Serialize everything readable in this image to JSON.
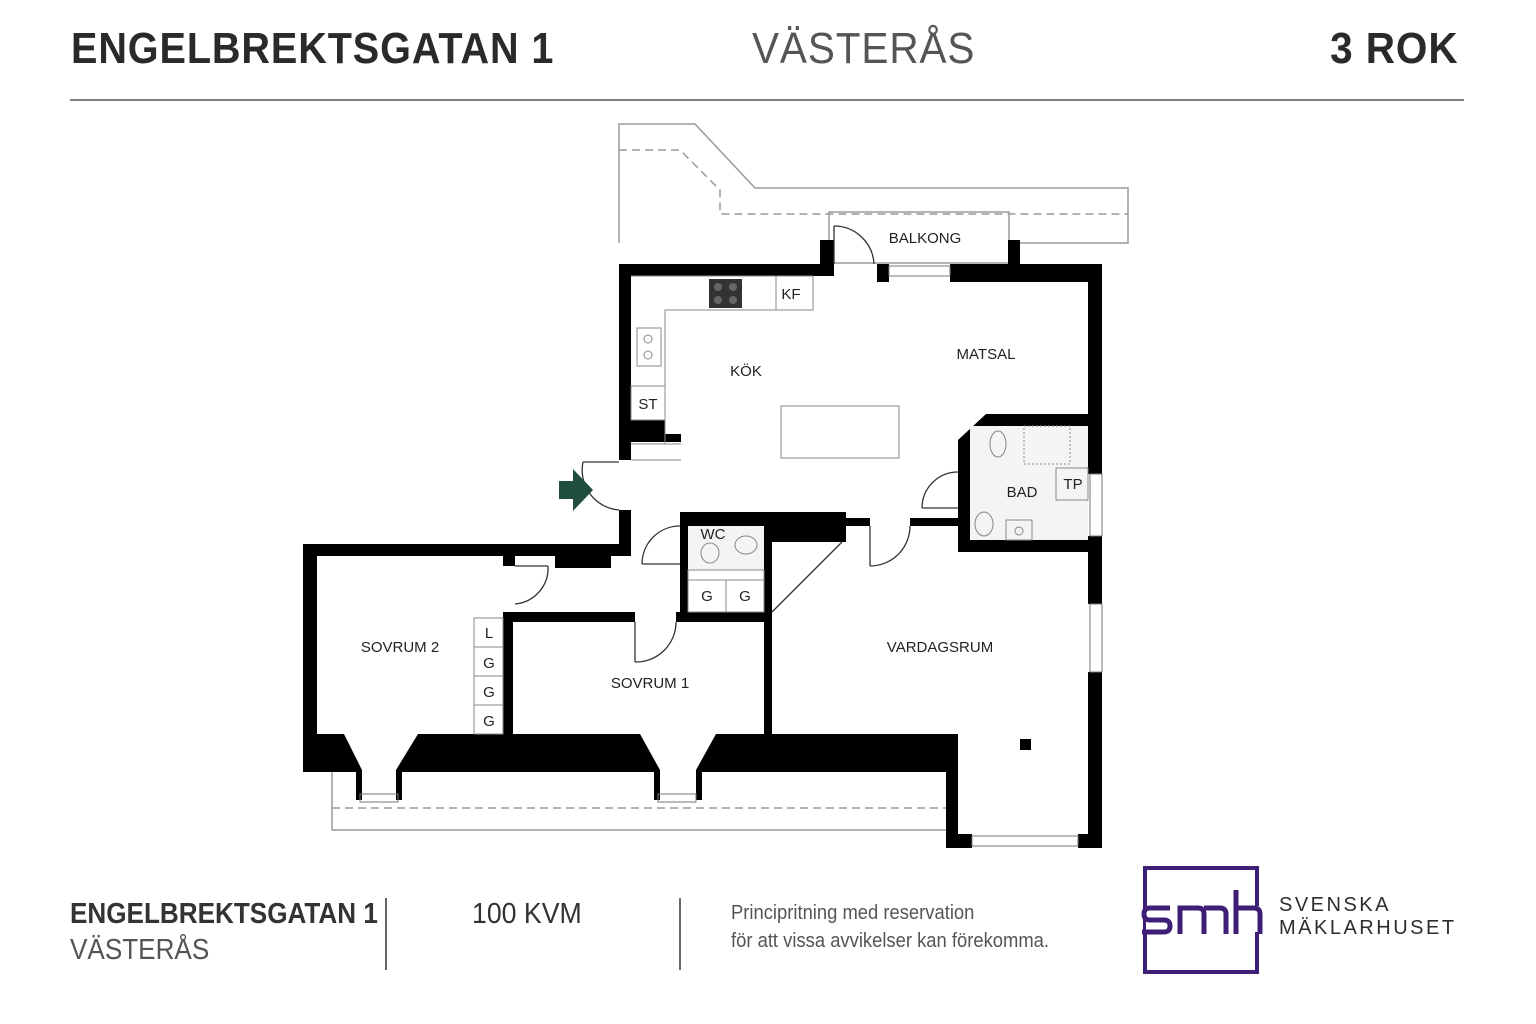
{
  "header": {
    "address": "ENGELBREKTSGATAN 1",
    "city": "VÄSTERÅS",
    "rooms": "3 ROK"
  },
  "plan": {
    "rooms": {
      "balkong": "BALKONG",
      "kf": "KF",
      "kok": "KÖK",
      "matsal": "MATSAL",
      "st": "ST",
      "bad": "BAD",
      "tp": "TP",
      "wc": "WC",
      "g1": "G",
      "g2": "G",
      "sovrum2": "SOVRUM 2",
      "l": "L",
      "g3": "G",
      "g4": "G",
      "g5": "G",
      "sovrum1": "SOVRUM 1",
      "vardagsrum": "VARDAGSRUM"
    },
    "entrance_arrow_color": "#1f4e40",
    "wall_color": "#000000"
  },
  "footer": {
    "address": "ENGELBREKTSGATAN 1",
    "city": "VÄSTERÅS",
    "area": "100 KVM",
    "disclaimer_line1": "Principritning med reservation",
    "disclaimer_line2": "för att vissa avvikelser kan förekomma."
  },
  "logo": {
    "mark": "smh",
    "line1": "SVENSKA",
    "line2": "MÄKLARHUSET",
    "color": "#3e1e77"
  }
}
